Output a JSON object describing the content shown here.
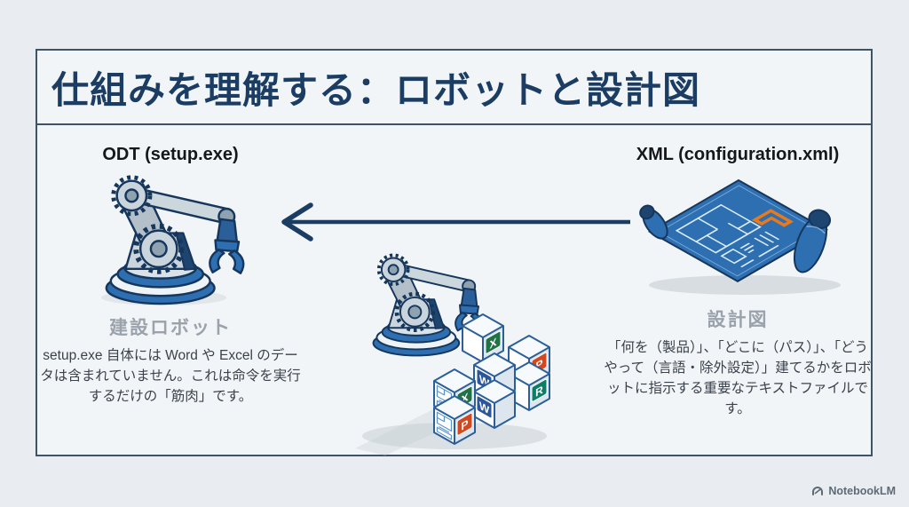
{
  "title": "仕組みを理解する：ロボットと設計図",
  "left": {
    "heading": "ODT (setup.exe)",
    "caption": "建設ロボット",
    "description": "setup.exe 自体には Word や Excel のデータは含まれていません。これは命令を実行するだけの「筋肉」です。"
  },
  "right": {
    "heading": "XML (configuration.xml)",
    "caption": "設計図",
    "description": "「何を（製品）」、「どこに（パス）」、「どうやって（言語・除外設定）」建てるかをロボットに指示する重要なテキストファイルです。"
  },
  "center": {
    "blocks": [
      {
        "app": "excel",
        "letter": "X",
        "color": "#217346"
      },
      {
        "app": "powerpoint",
        "letter": "P",
        "color": "#d2491f"
      },
      {
        "app": "word",
        "letter": "W",
        "color": "#2b579a"
      },
      {
        "app": "excel",
        "letter": "X",
        "color": "#217346"
      },
      {
        "app": "publisher",
        "letter": "R",
        "color": "#0d7d66"
      },
      {
        "app": "word",
        "letter": "W",
        "color": "#2b579a"
      },
      {
        "app": "powerpoint",
        "letter": "P",
        "color": "#d2491f"
      }
    ]
  },
  "watermark": "NotebookLM",
  "colors": {
    "title": "#1c3d63",
    "frame_border": "#3f5266",
    "background_outer": "#e9edf1",
    "background_inner": "#f2f5f8",
    "caption_gray": "#9aa2ab",
    "body_text": "#3a424b",
    "arrow": "#1c3d63",
    "blueprint_blue": "#2e6fb2",
    "blueprint_dark": "#16365c",
    "accent_orange": "#e87a1e",
    "robot_steel": "#c9d4dc",
    "robot_navy": "#2b5f99"
  }
}
